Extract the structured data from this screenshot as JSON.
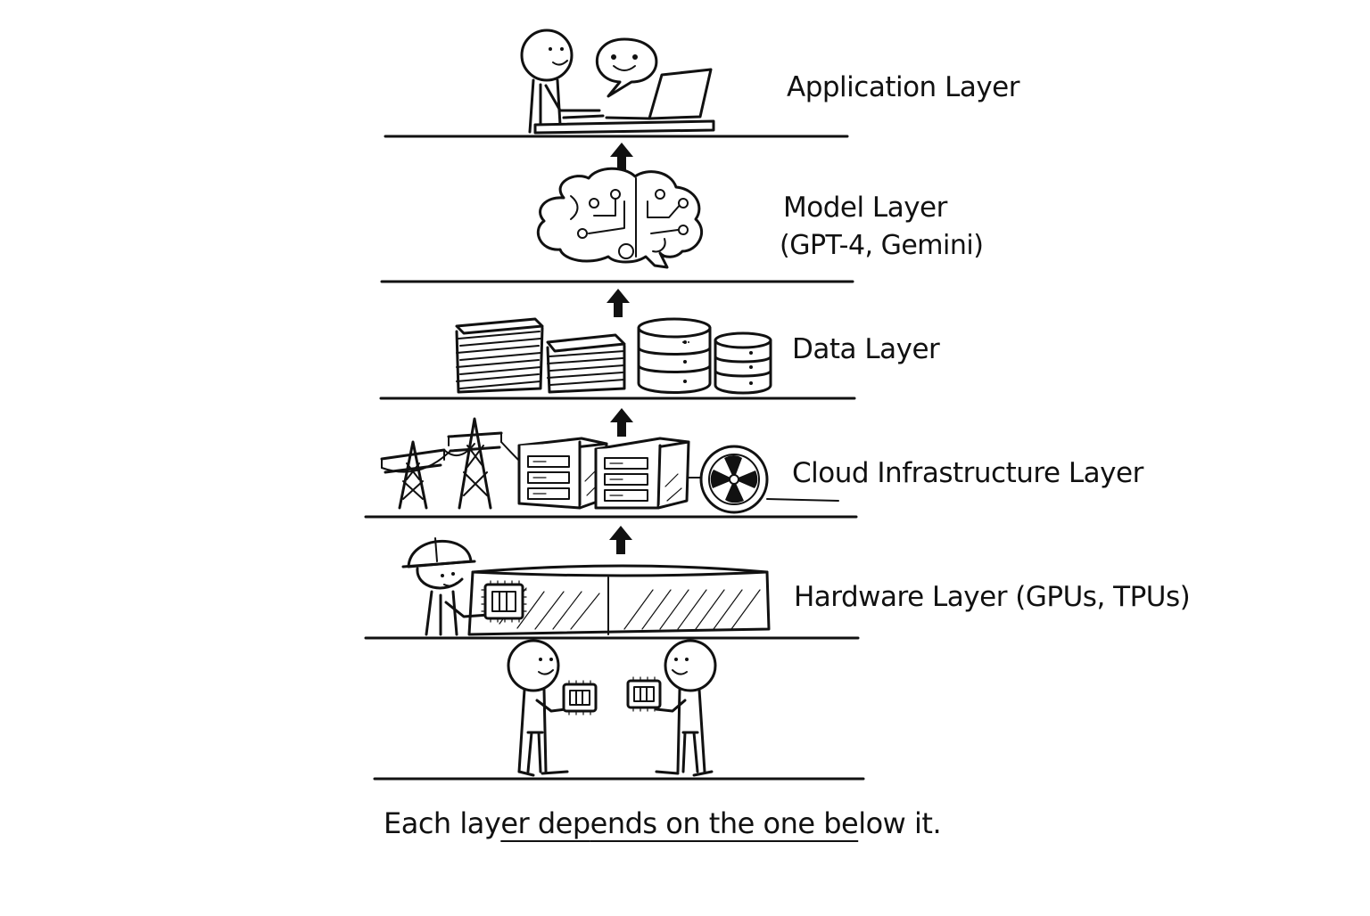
{
  "layers": {
    "application": {
      "label": "Application Layer"
    },
    "model": {
      "label": "Model Layer",
      "sublabel": "(GPT-4, Gemini)"
    },
    "data": {
      "label": "Data Layer"
    },
    "cloud": {
      "label": "Cloud Infrastructure Layer"
    },
    "hardware": {
      "label": "Hardware Layer (GPUs, TPUs)"
    }
  },
  "caption": {
    "before": "Each lay",
    "underlined_1": "er dep",
    "middle": "",
    "underlined_2": "ends on the one be",
    "after": "low it."
  },
  "icons": [
    "person-at-laptop-icon",
    "speech-bubble-icon",
    "brain-circuit-icon",
    "document-stack-icon",
    "database-icon",
    "power-tower-icon",
    "server-rack-icon",
    "fan-icon",
    "worker-hardhat-icon",
    "chip-icon",
    "person-holding-chip-icon",
    "up-arrow-icon"
  ]
}
